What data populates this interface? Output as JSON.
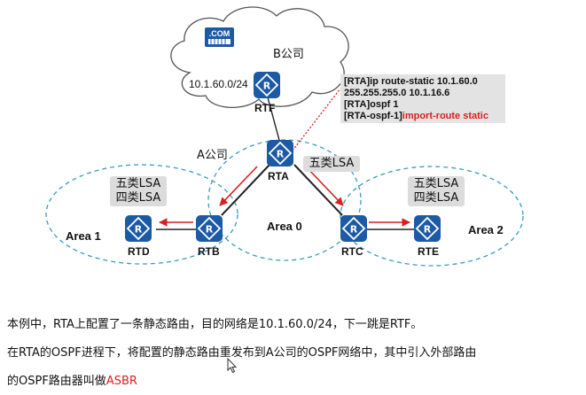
{
  "diagram": {
    "com_label": ".COM",
    "company_b": "B公司",
    "company_a": "A公司",
    "network": "10.1.60.0/24",
    "routers": {
      "rtf": "RTF",
      "rta": "RTA",
      "rtb": "RTB",
      "rtc": "RTC",
      "rtd": "RTD",
      "rte": "RTE"
    },
    "areas": {
      "area1": "Area 1",
      "area0": "Area 0",
      "area2": "Area 2"
    },
    "lsa_type5": "五类LSA",
    "lsa_type4": "四类LSA",
    "config_lines": [
      "[RTA]ip route-static 10.1.60.0",
      "255.255.255.0 10.1.16.6",
      "[RTA]ospf 1",
      "[RTA-ospf-1]"
    ],
    "config_highlight": "import-route static",
    "colors": {
      "arrow_red": "#d91f1f",
      "dashed_blue": "#3a9bbf",
      "router_blue": "#1d5aa6"
    }
  },
  "text": {
    "line1": "本例中，RTA上配置了一条静态路由，目的网络是10.1.60.0/24，下一跳是RTF。",
    "line2": "在RTA的OSPF进程下，将配置的静态路由重发布到A公司的OSPF网络中，其中引入外部路由",
    "line3_prefix": "的OSPF路由器叫做",
    "line3_highlight": "ASBR"
  }
}
